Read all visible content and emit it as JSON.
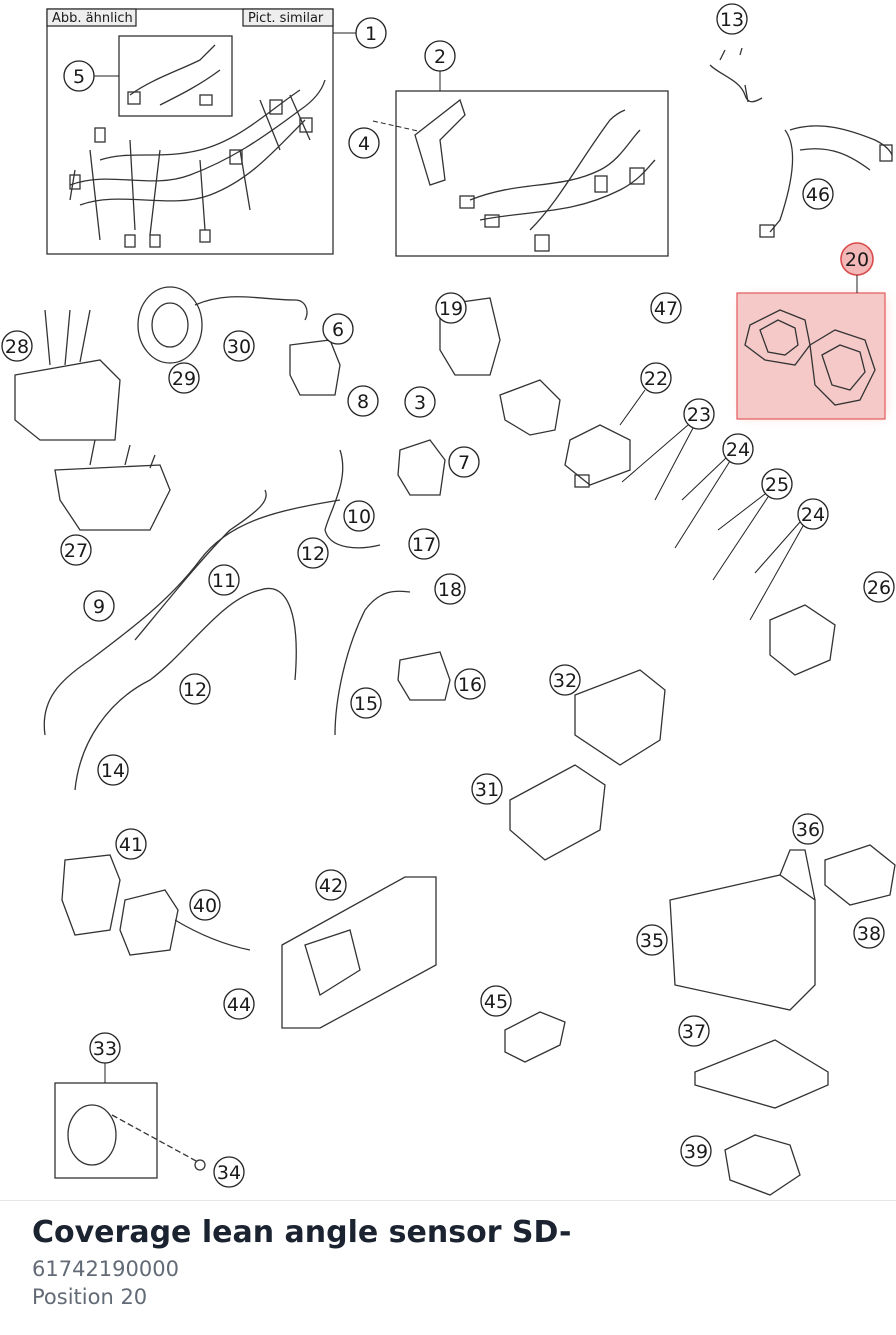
{
  "diagram": {
    "labels": {
      "left": "Abb. ähnlich",
      "right": "Pict. similar"
    },
    "highlight_color": "#f2b8b8",
    "callouts": [
      "1",
      "2",
      "3",
      "4",
      "5",
      "6",
      "7",
      "8",
      "9",
      "10",
      "11",
      "12",
      "12",
      "13",
      "14",
      "15",
      "16",
      "17",
      "18",
      "19",
      "20",
      "22",
      "23",
      "24",
      "24",
      "25",
      "26",
      "27",
      "28",
      "29",
      "30",
      "31",
      "32",
      "33",
      "34",
      "35",
      "36",
      "37",
      "38",
      "39",
      "40",
      "41",
      "42",
      "44",
      "45",
      "46",
      "47"
    ]
  },
  "part": {
    "title": "Coverage lean angle sensor SD-",
    "number": "61742190000",
    "position": "Position 20"
  }
}
